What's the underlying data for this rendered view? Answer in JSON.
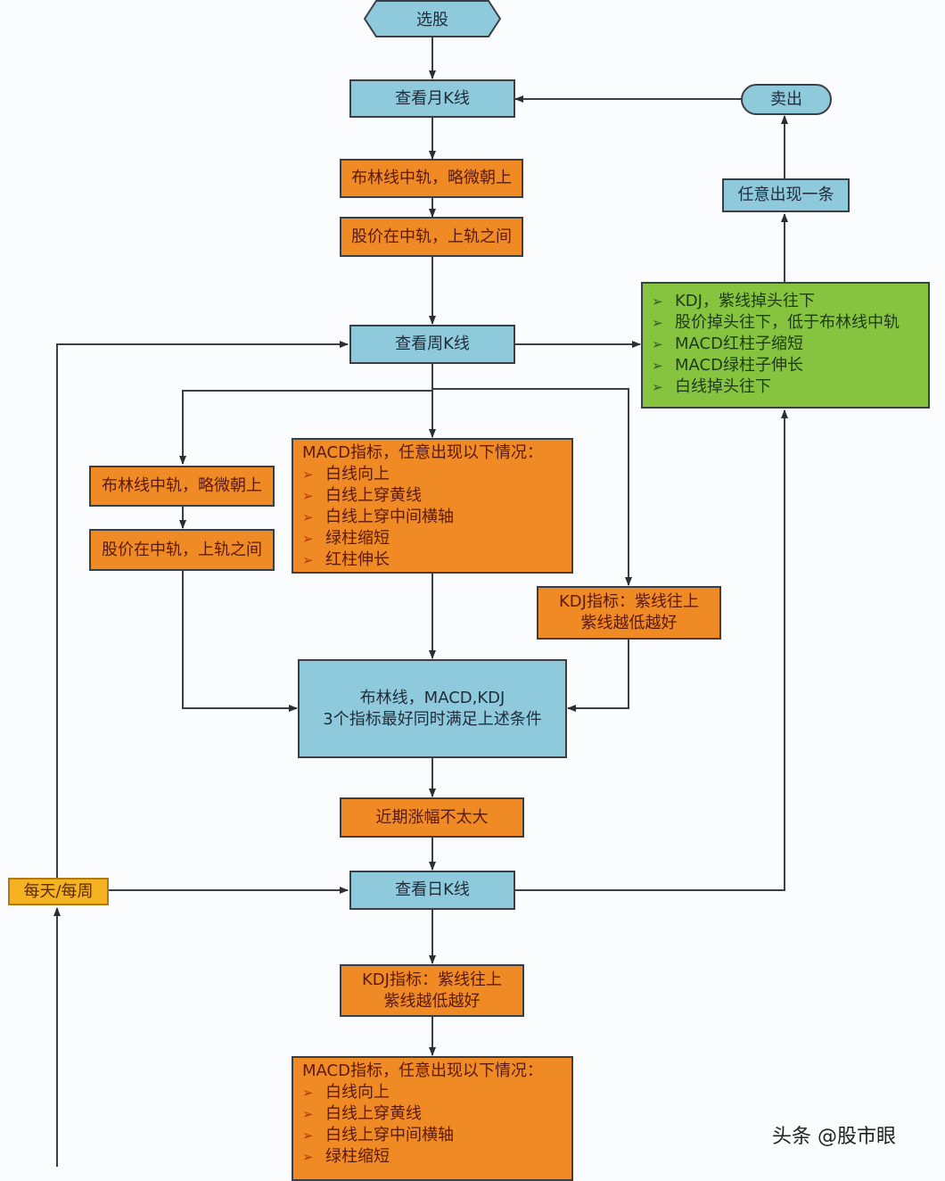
{
  "colors": {
    "blue_node": "#8fc9dc",
    "orange_node": "#f08a24",
    "green_node": "#86c440",
    "yellow_node": "#f5b324",
    "line": "#3a3f45"
  },
  "nodes": {
    "start": "选股",
    "monthly_k": "查看月K线",
    "monthly_boll_mid": "布林线中轨，略微朝上",
    "monthly_price_range": "股价在中轨，上轨之间",
    "weekly_k": "查看周K线",
    "weekly_boll_mid": "布林线中轨，略微朝上",
    "weekly_price_range": "股价在中轨，上轨之间",
    "weekly_macd": {
      "title": "MACD指标，任意出现以下情况：",
      "items": [
        "白线向上",
        "白线上穿黄线",
        "白线上穿中间横轴",
        "绿柱缩短",
        "红柱伸长"
      ]
    },
    "weekly_kdj": {
      "line1": "KDJ指标：紫线往上",
      "line2": "紫线越低越好"
    },
    "combined": {
      "line1": "布林线，MACD,KDJ",
      "line2": "3个指标最好同时满足上述条件"
    },
    "recent_gain": "近期涨幅不太大",
    "daily_k": "查看日K线",
    "daily_or_weekly": "每天/每周",
    "daily_kdj": {
      "line1": "KDJ指标：紫线往上",
      "line2": "紫线越低越好"
    },
    "daily_macd": {
      "title": "MACD指标，任意出现以下情况：",
      "items": [
        "白线向上",
        "白线上穿黄线",
        "白线上穿中间横轴",
        "绿柱缩短"
      ]
    },
    "sell_conditions": {
      "items": [
        "KDJ，紫线掉头往下",
        "股价掉头往下，低于布林线中轨",
        "MACD红柱子缩短",
        "MACD绿柱子伸长",
        "白线掉头往下"
      ]
    },
    "any_one": "任意出现一条",
    "sell": "卖出"
  },
  "bullet_glyph": "➢",
  "watermark": "头条 @股市眼"
}
